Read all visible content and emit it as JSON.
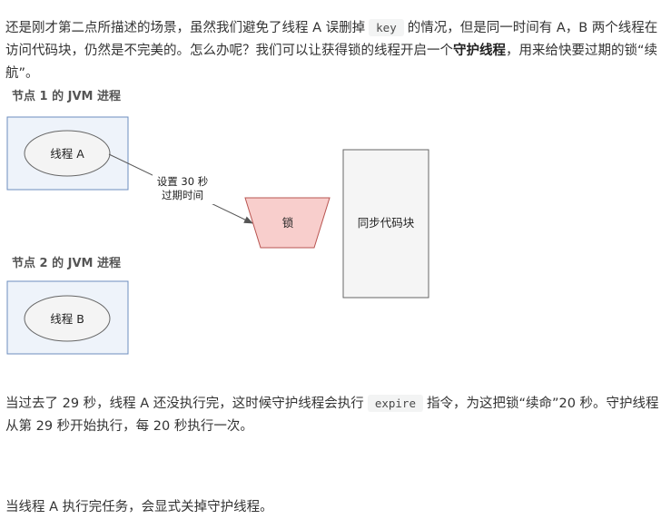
{
  "intro": {
    "text_before_code": "还是刚才第二点所描述的场景，虽然我们避免了线程 A 误删掉",
    "code": "key",
    "text_after_code": "的情况，但是同一时间有 A，B 两个线程在访问代码块，仍然是不完美的。怎么办呢？我们可以让获得锁的线程开启一个",
    "bold": "守护线程",
    "text_end": "，用来给快要过期的锁“续航”。"
  },
  "diagram": {
    "node1_title": "节点 1 的 JVM 进程",
    "node2_title": "节点 2 的 JVM 进程",
    "thread_a": "线程 A",
    "thread_b": "线程 B",
    "arrow_label_line1": "设置 30 秒",
    "arrow_label_line2": "过期时间",
    "lock": "锁",
    "sync_block": "同步代码块",
    "colors": {
      "process_fill": "#eef3fa",
      "process_border": "#6c8ebf",
      "ellipse_fill": "#f4f4f4",
      "lock_fill": "#f8cecc",
      "lock_border": "#b85450",
      "block_fill": "#f5f5f5",
      "block_border": "#666666"
    }
  },
  "para2": {
    "text_before_code": "当过去了 29 秒，线程 A 还没执行完，这时候守护线程会执行",
    "code": "expire",
    "text_after_code": "指令，为这把锁“续命”20 秒。守护线程从第 29 秒开始执行，每 20 秒执行一次。"
  },
  "para3": {
    "text": "当线程 A 执行完任务，会显式关掉守护线程。"
  }
}
